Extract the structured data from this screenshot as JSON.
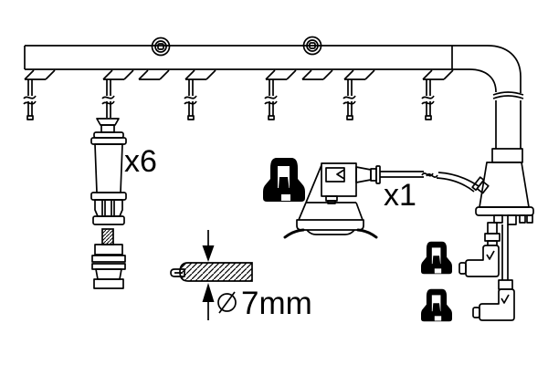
{
  "figure": {
    "background_color": "#ffffff",
    "line_color": "#000000",
    "silhouette_color": "#000000"
  },
  "annotations": {
    "spark_plug_boot_quantity": "x6",
    "coil_lead_quantity": "x1",
    "cable_diameter_symbol": "⌀",
    "cable_diameter_value": "7mm"
  },
  "parts": [
    "cable-rail-with-elbow",
    "mounting-grommet",
    "hanging-lead",
    "spark-plug-boot",
    "spark-plug",
    "protective-rubber-cap",
    "coil-connector-lead",
    "funnel-boot",
    "elbow-connector",
    "cable-cross-section"
  ]
}
